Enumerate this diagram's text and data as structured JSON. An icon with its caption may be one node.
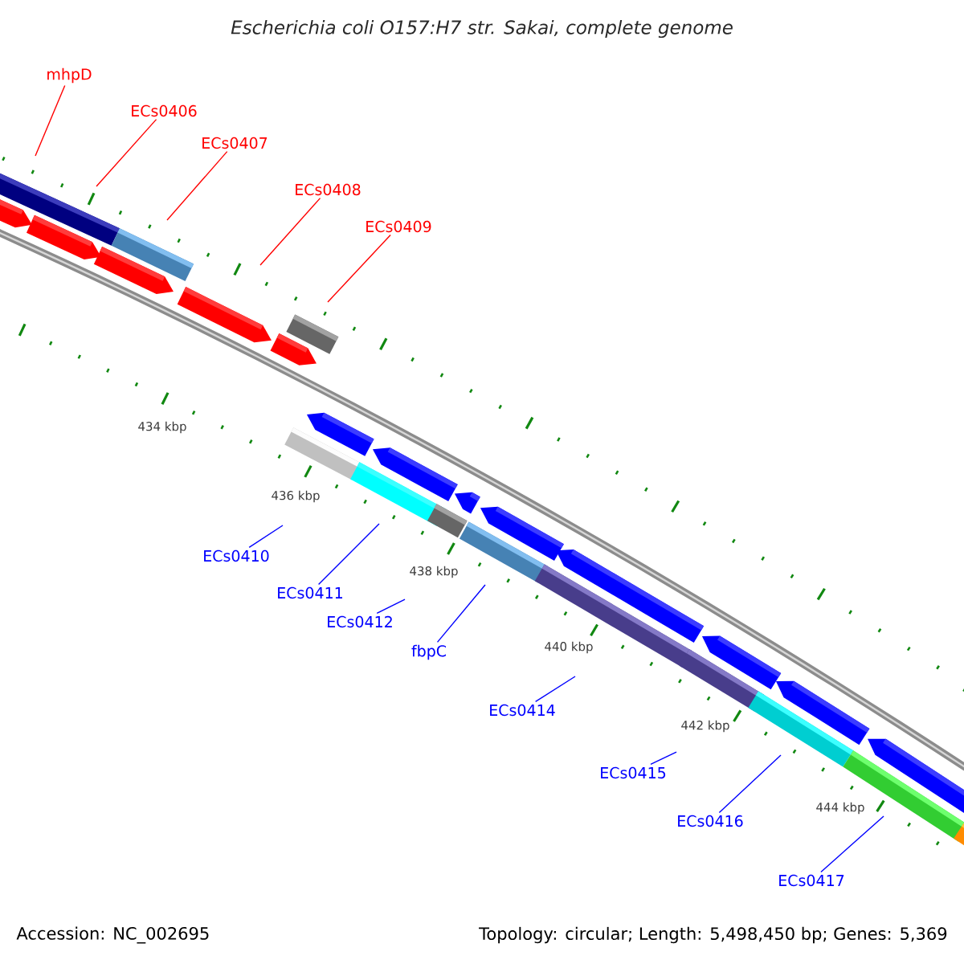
{
  "diagram": {
    "title": "Escherichia coli O157:H7 str. Sakai, complete genome",
    "nodes": [
      {
        "text": [
          "mhpD"
        ]
      },
      {
        "text": [
          "ECs0406"
        ]
      },
      {
        "text": [
          "ECs0407"
        ]
      },
      {
        "text": [
          "ECs0408"
        ]
      },
      {
        "text": [
          "ECs0409"
        ]
      },
      {
        "text": [
          "ECs0410"
        ]
      },
      {
        "text": [
          "ECs0411"
        ]
      },
      {
        "text": [
          "ECs0412"
        ]
      },
      {
        "text": [
          "fbpC"
        ]
      },
      {
        "text": [
          "ECs0414"
        ]
      },
      {
        "text": [
          "ECs0415"
        ]
      },
      {
        "text": [
          "ECs0416"
        ]
      },
      {
        "text": [
          "ECs0417"
        ]
      }
    ],
    "edges": [
      {
        "from": 0,
        "to": null,
        "arrow": "none",
        "color": "#ff0000"
      },
      {
        "from": 1,
        "to": null,
        "arrow": "none",
        "color": "#ff0000"
      },
      {
        "from": 2,
        "to": null,
        "arrow": "none",
        "color": "#ff0000"
      },
      {
        "from": 3,
        "to": null,
        "arrow": "none",
        "color": "#ff0000"
      },
      {
        "from": 4,
        "to": null,
        "arrow": "none",
        "color": "#ff0000"
      },
      {
        "from": 5,
        "to": null,
        "arrow": "none"
      },
      {
        "from": 6,
        "to": null,
        "arrow": "none"
      },
      {
        "from": 7,
        "to": null,
        "arrow": "none"
      },
      {
        "from": 8,
        "to": null,
        "arrow": "none"
      },
      {
        "from": 9,
        "to": null,
        "arrow": "none"
      },
      {
        "from": 10,
        "to": null,
        "arrow": "none"
      },
      {
        "from": 11,
        "to": null,
        "arrow": "none"
      },
      {
        "from": 12,
        "to": null,
        "arrow": "none"
      }
    ],
    "labels": [
      "434 kbp",
      "436 kbp",
      "438 kbp",
      "440 kbp",
      "442 kbp",
      "444 kbp",
      "Accession: NC_002695",
      "Topology: circular; Length: 5,498,450 bp; Genes: 5,369"
    ]
  }
}
